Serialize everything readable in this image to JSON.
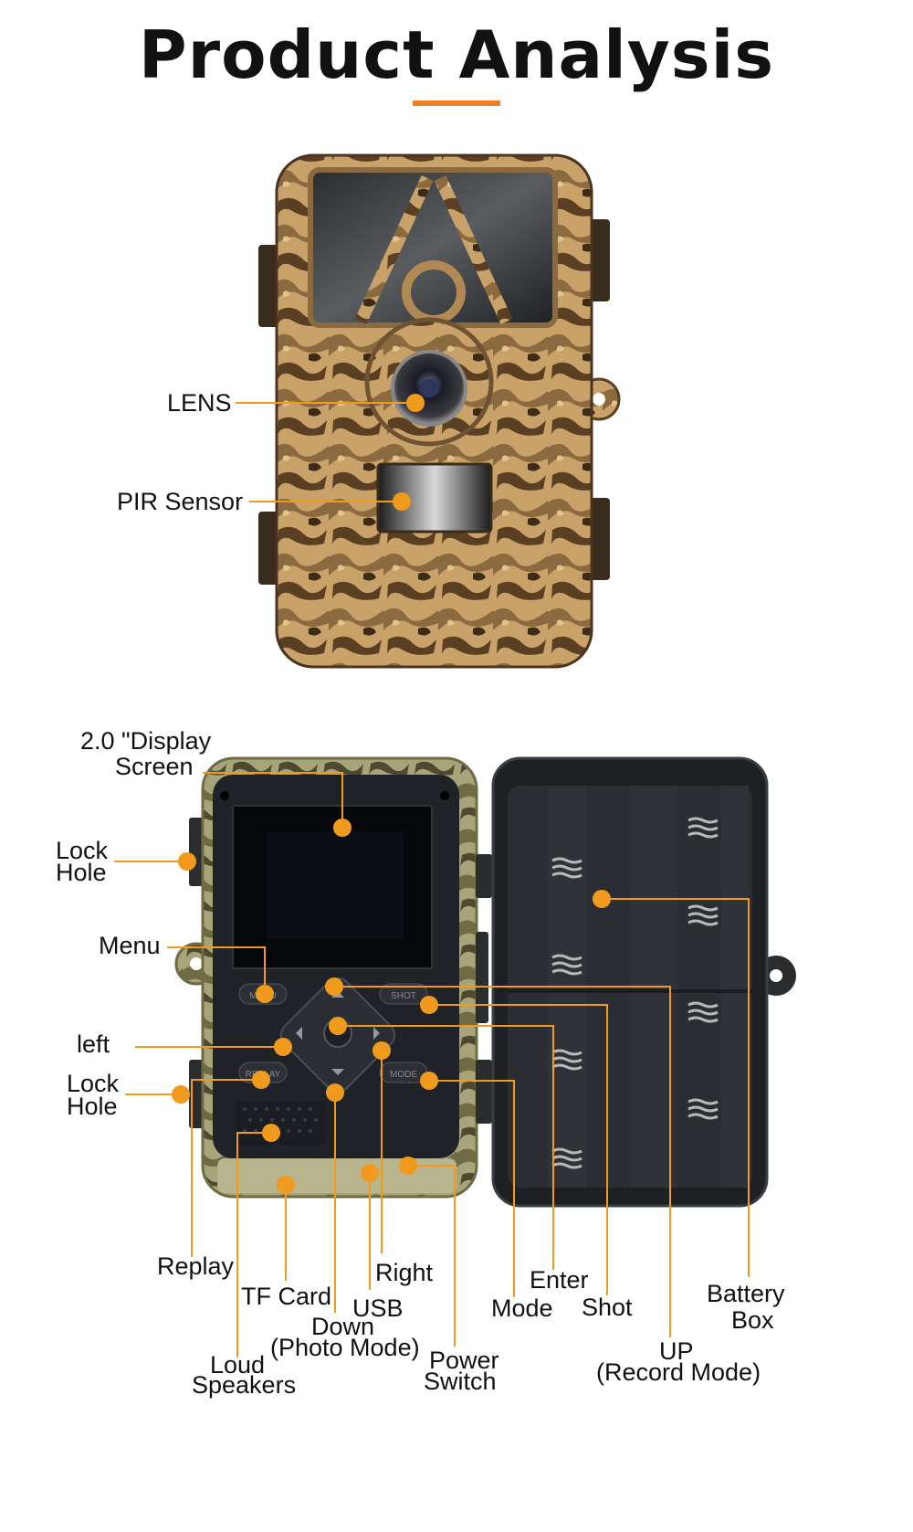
{
  "title": "Product Analysis",
  "colors": {
    "accent": "#ee7d24",
    "callout": "#f09a1e",
    "camo_light": "#c9a26a",
    "camo_dark": "#5a3f22",
    "housing": "#1f2226"
  },
  "front_view": {
    "labels": {
      "lens": "LENS",
      "pir": "PIR Sensor"
    }
  },
  "back_view": {
    "labels": {
      "display_1": "2.0 \"Display",
      "display_2": "Screen",
      "lock_hole_top_1": "Lock",
      "lock_hole_top_2": "Hole",
      "menu": "Menu",
      "left": "left",
      "lock_hole_bottom_1": "Lock",
      "lock_hole_bottom_2": "Hole",
      "replay": "Replay",
      "tf_card": "TF Card",
      "right": "Right",
      "usb": "USB",
      "down_1": "Down",
      "down_2": "(Photo Mode)",
      "loud_1": "Loud",
      "loud_2": "Speakers",
      "power_1": "Power",
      "power_2": "Switch",
      "mode": "Mode",
      "enter": "Enter",
      "shot": "Shot",
      "up_1": "UP",
      "up_2": "(Record Mode)",
      "battery_1": "Battery",
      "battery_2": "Box"
    },
    "buttons": {
      "menu": "MENU",
      "shot": "SHOT",
      "replay": "REPLAY",
      "mode": "MODE"
    }
  }
}
